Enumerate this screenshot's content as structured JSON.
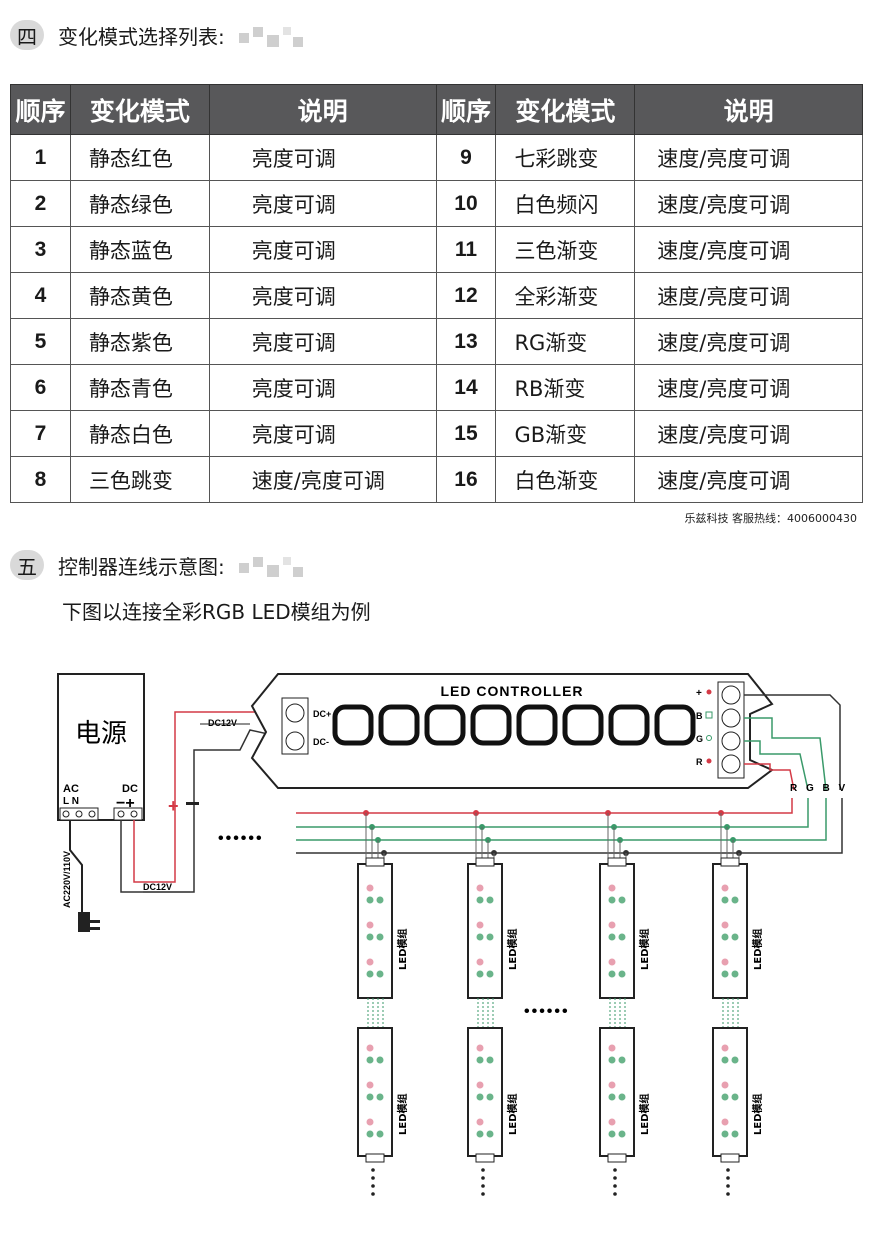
{
  "section4": {
    "num": "四",
    "title": "变化模式选择列表:"
  },
  "table": {
    "headers": [
      "顺序",
      "变化模式",
      "说明",
      "顺序",
      "变化模式",
      "说明"
    ],
    "rows": [
      [
        "1",
        "静态红色",
        "亮度可调",
        "9",
        "七彩跳变",
        "速度/亮度可调"
      ],
      [
        "2",
        "静态绿色",
        "亮度可调",
        "10",
        "白色频闪",
        "速度/亮度可调"
      ],
      [
        "3",
        "静态蓝色",
        "亮度可调",
        "11",
        "三色渐变",
        "速度/亮度可调"
      ],
      [
        "4",
        "静态黄色",
        "亮度可调",
        "12",
        "全彩渐变",
        "速度/亮度可调"
      ],
      [
        "5",
        "静态紫色",
        "亮度可调",
        "13",
        "RG渐变",
        "速度/亮度可调"
      ],
      [
        "6",
        "静态青色",
        "亮度可调",
        "14",
        "RB渐变",
        "速度/亮度可调"
      ],
      [
        "7",
        "静态白色",
        "亮度可调",
        "15",
        "GB渐变",
        "速度/亮度可调"
      ],
      [
        "8",
        "三色跳变",
        "速度/亮度可调",
        "16",
        "白色渐变",
        "速度/亮度可调"
      ]
    ]
  },
  "hotline": "乐兹科技 客服热线：4006000430",
  "section5": {
    "num": "五",
    "title": "控制器连线示意图:"
  },
  "subtitle": "下图以连接全彩RGB LED模组为例",
  "diagram": {
    "power_label": "电源",
    "ac_label": "AC",
    "dc_label": "DC",
    "lin_labels": "L N",
    "dc_signs": "−+",
    "plus_minus": "+ −",
    "dc12v": "DC12V",
    "mains": "AC220V/110V",
    "controller_title": "LED CONTROLLER",
    "dc_plus": "DC+",
    "dc_minus": "DC-",
    "out_plus": "+",
    "out_b": "B",
    "out_g": "G",
    "out_r": "R",
    "rgbv": "R G B V",
    "module_label": "LED模组",
    "dots": "••••••"
  },
  "colors": {
    "header_bg": "#58585a",
    "red_wire": "#d43a46",
    "green_wire": "#3a9a6a",
    "dark_wire": "#333333"
  }
}
